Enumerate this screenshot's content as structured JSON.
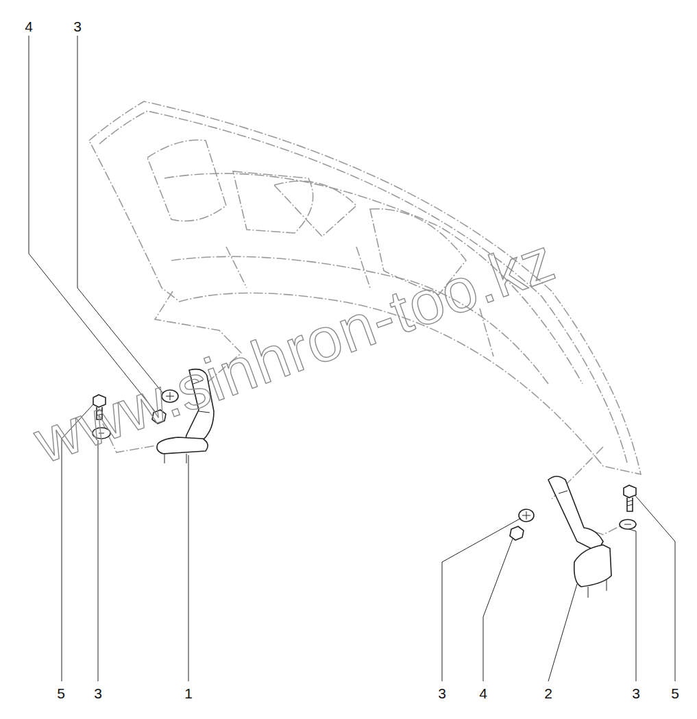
{
  "diagram": {
    "labels": [
      "4",
      "3",
      "5",
      "3",
      "1",
      "3",
      "4",
      "2",
      "3",
      "5",
      "www.sinhron-too.kz"
    ]
  }
}
